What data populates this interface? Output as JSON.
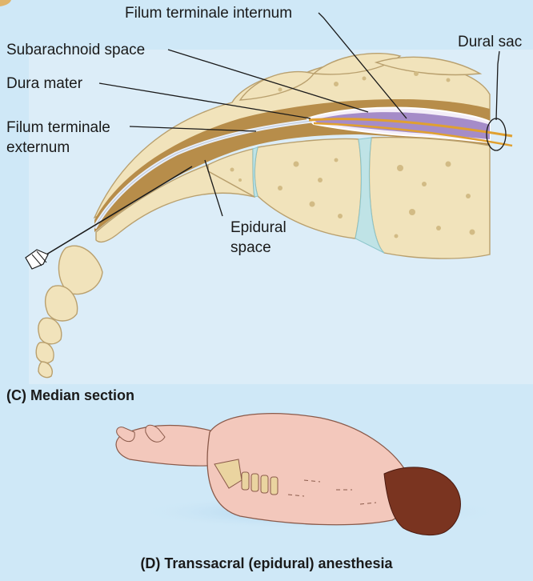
{
  "panel_c": {
    "caption": "(C) Median section",
    "labels": {
      "filum_terminale_internum": "Filum terminale internum",
      "subarachnoid_space": "Subarachnoid space",
      "dural_sac": "Dural sac",
      "dura_mater": "Dura mater",
      "filum_terminale_externum_line1": "Filum terminale",
      "filum_terminale_externum_line2": "externum",
      "epidural_space_line1": "Epidural",
      "epidural_space_line2": "space"
    }
  },
  "panel_d": {
    "caption": "(D) Transsacral (epidural) anesthesia"
  },
  "colors": {
    "background": "#cfe8f7",
    "panel": "#dcedf8",
    "bone": "#f1e3bb",
    "epidural_fat": "#b78d4a",
    "subarachnoid": "#a58cc8",
    "nerve": "#e0a030",
    "skin": "#f3c8bc",
    "hair": "#7a3420"
  }
}
